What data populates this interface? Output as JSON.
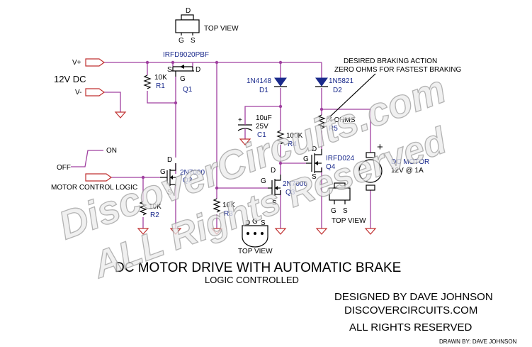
{
  "title": "DC MOTOR DRIVE WITH AUTOMATIC BRAKE",
  "subtitle": "LOGIC CONTROLLED",
  "credits": {
    "designed_by": "DESIGNED BY DAVE JOHNSON",
    "site": "DISCOVERCIRCUITS.COM",
    "rights": "ALL RIGHTS RESERVED",
    "drawn_by": "DRAWN BY:  DAVE JOHNSON"
  },
  "watermark": {
    "line1": "DiscoverCircuits.com",
    "line2": "ALL Rights Reserved"
  },
  "supply": {
    "vplus": "V+",
    "vminus": "V-",
    "voltage": "12V DC"
  },
  "switch": {
    "on": "ON",
    "off": "OFF"
  },
  "input_label": "MOTOR CONTROL LOGIC",
  "note": {
    "line1": "DESIRED BRAKING ACTION",
    "line2": "ZERO OHMS FOR FASTEST BRAKING"
  },
  "components": {
    "q1": {
      "ref": "Q1",
      "part": "IRFD9020PBF"
    },
    "q2": {
      "ref": "Q2",
      "part": "2N7000"
    },
    "q3": {
      "ref": "Q3",
      "part": "2N7000"
    },
    "q4": {
      "ref": "Q4",
      "part": "IRFD024"
    },
    "r1": {
      "ref": "R1",
      "value": "10K"
    },
    "r2": {
      "ref": "R2",
      "value": "10K"
    },
    "r3": {
      "ref": "R3",
      "value": "10K"
    },
    "r4": {
      "ref": "R4",
      "value": "100K"
    },
    "r5": {
      "ref": "R5",
      "value": "X OHMS"
    },
    "c1": {
      "ref": "C1",
      "value": "10uF",
      "voltage": "25V",
      "polarity": "+"
    },
    "d1": {
      "ref": "D1",
      "part": "1N4148"
    },
    "d2": {
      "ref": "D2",
      "part": "1N5821"
    },
    "motor": {
      "line1": "DC MOTOR",
      "line2": "12V @ 1A",
      "polarity": "+"
    }
  },
  "pins": {
    "d": "D",
    "g": "G",
    "s": "S"
  },
  "top_view": "TOP VIEW"
}
